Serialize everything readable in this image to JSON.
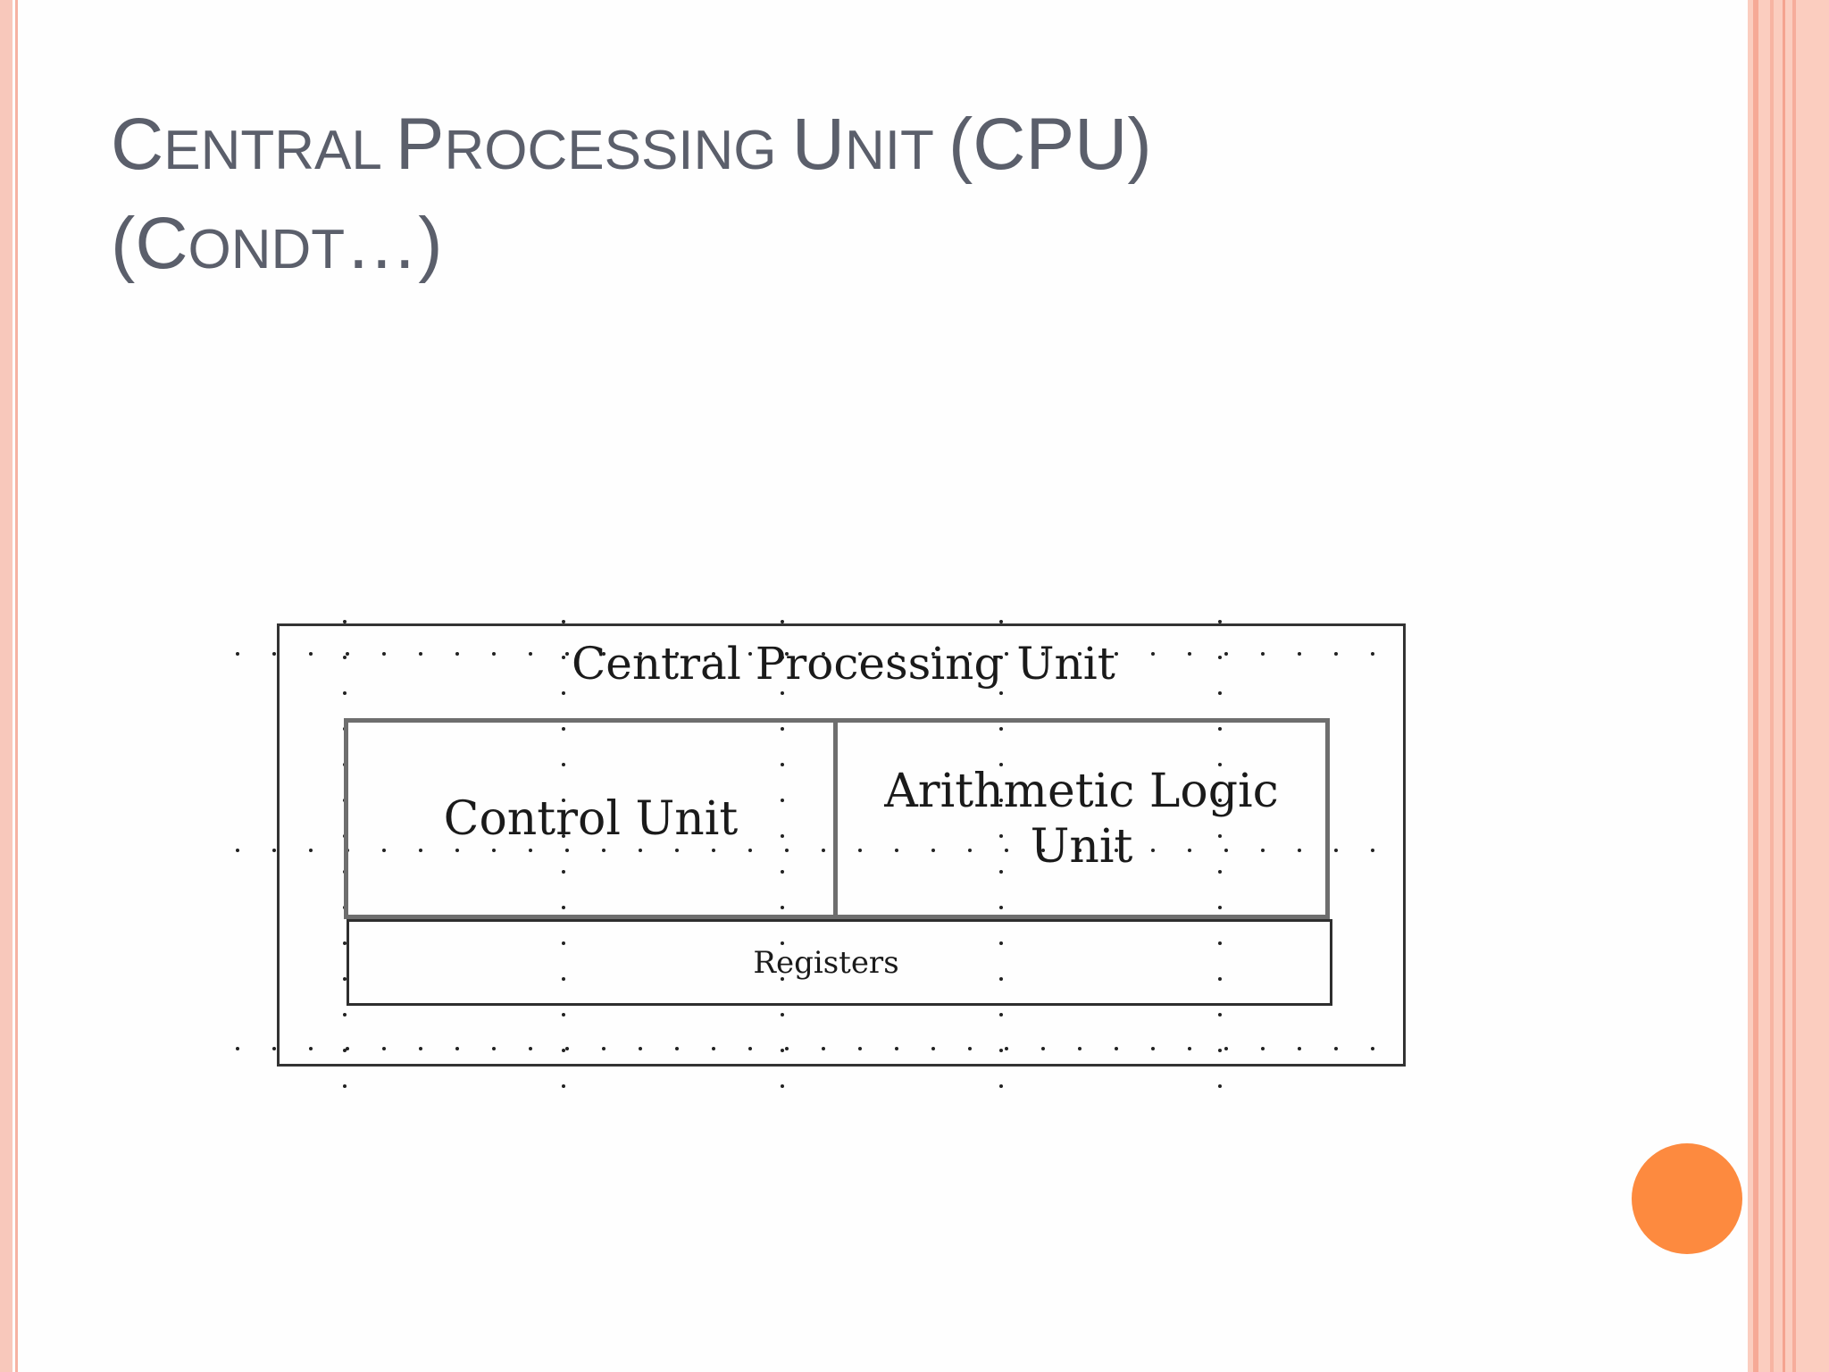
{
  "slide": {
    "title_line1": {
      "c1": "C",
      "r1": "ENTRAL ",
      "c2": "P",
      "r2": "ROCESSING ",
      "c3": "U",
      "r3": "NIT ",
      "tail": "(CPU)"
    },
    "title_line2": {
      "open": "(",
      "c1": "C",
      "r1": "ONDT",
      "tail": "…)"
    }
  },
  "diagram": {
    "outer_label": "Central Processing Unit",
    "control_unit_label": "Control Unit",
    "alu_label_line1": "Arithmetic Logic",
    "alu_label_line2": "Unit",
    "registers_label": "Registers"
  },
  "colors": {
    "title": "#5b5f6b",
    "accent_border": "#f8c8bb",
    "accent_circle": "#fd8a3f"
  }
}
